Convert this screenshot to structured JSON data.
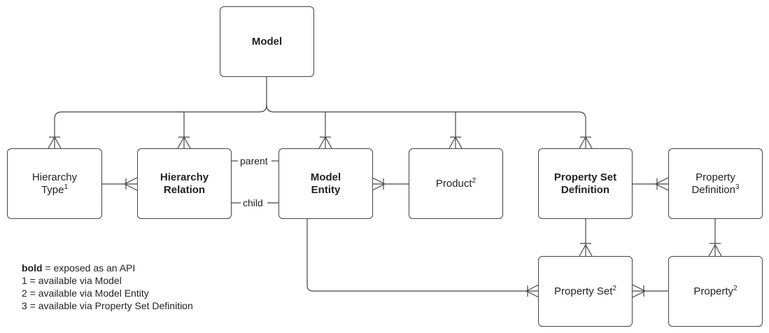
{
  "nodes": {
    "model": {
      "line1": "Model"
    },
    "hierarchy_type": {
      "line1": "Hierarchy",
      "line2": "Type",
      "sup": "1"
    },
    "hierarchy_relation": {
      "line1": "Hierarchy",
      "line2": "Relation"
    },
    "model_entity": {
      "line1": "Model",
      "line2": "Entity"
    },
    "product": {
      "line1": "Product",
      "sup": "2"
    },
    "property_set_definition": {
      "line1": "Property Set",
      "line2": "Definition"
    },
    "property_definition": {
      "line1": "Property",
      "line2": "Definition",
      "sup": "3"
    },
    "property_set": {
      "line1": "Property Set",
      "sup": "2"
    },
    "property": {
      "line1": "Property",
      "sup": "2"
    }
  },
  "edge_labels": {
    "parent": "parent",
    "child": "child"
  },
  "legend": {
    "bold_word": "bold",
    "bold_rest": " = exposed as an API",
    "item1": "1 = available via Model",
    "item2": "2 = available via Model Entity",
    "item3": "3 = available via Property Set Definition"
  },
  "colors": {
    "line": "#444444",
    "text": "#222222",
    "background": "#ffffff"
  }
}
